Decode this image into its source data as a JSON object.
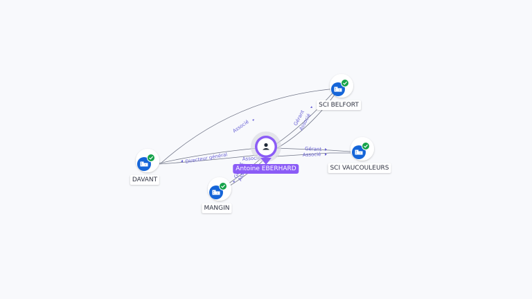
{
  "colors": {
    "edge": "#6e7385",
    "edge_label": "#6b64d6",
    "company_icon": "#1565d8",
    "check_badge": "#16a34a",
    "person": "#8b5cf6",
    "background": "#f8f9fc"
  },
  "center": {
    "name": "Antoine EBERHARD",
    "icon": "person-icon"
  },
  "companies": [
    {
      "id": "sci-belfort",
      "name": "SCI BELFORT",
      "icon": "building-icon",
      "badge": "check-icon"
    },
    {
      "id": "sci-vaucouleurs",
      "name": "SCI VAUCOULEURS",
      "icon": "building-icon",
      "badge": "check-icon"
    },
    {
      "id": "davant",
      "name": "DAVANT",
      "icon": "building-icon",
      "badge": "check-icon"
    },
    {
      "id": "mangin",
      "name": "MANGIN",
      "icon": "building-icon",
      "badge": "check-icon"
    }
  ],
  "edge_labels": {
    "davant_belfort": "Associé",
    "center_davant_1": "Directeur général",
    "center_davant_2": "Associé",
    "center_belfort_1": "Gérant",
    "center_belfort_2": "Associé",
    "center_vauc_1": "Gérant",
    "center_vauc_2": "Associé",
    "center_mangin_1": "Gérant",
    "center_mangin_2": "Associé"
  }
}
